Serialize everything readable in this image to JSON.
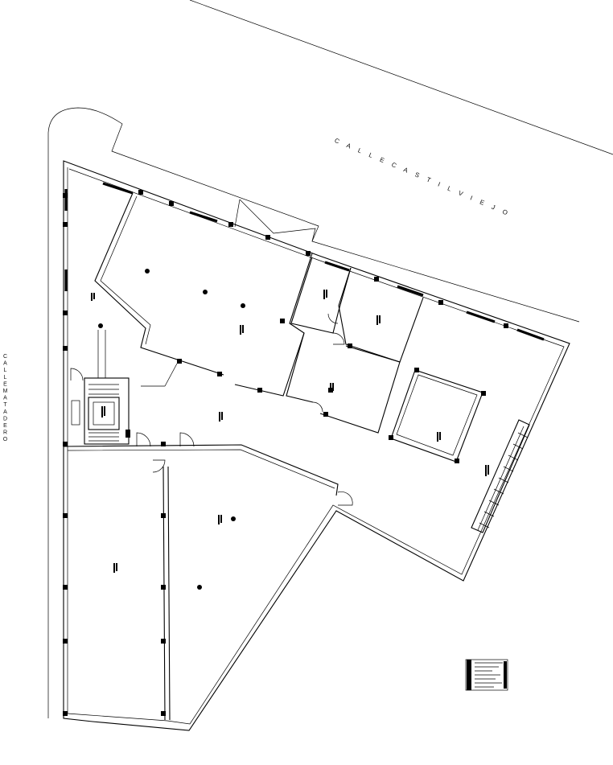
{
  "streets": {
    "top": "C A L L E   C A S T I L V I E J O",
    "left": "CALLEMATADERO"
  },
  "legend": {
    "description": "title block (illegible)"
  },
  "colors": {
    "lines": "#000000",
    "background": "#ffffff"
  }
}
